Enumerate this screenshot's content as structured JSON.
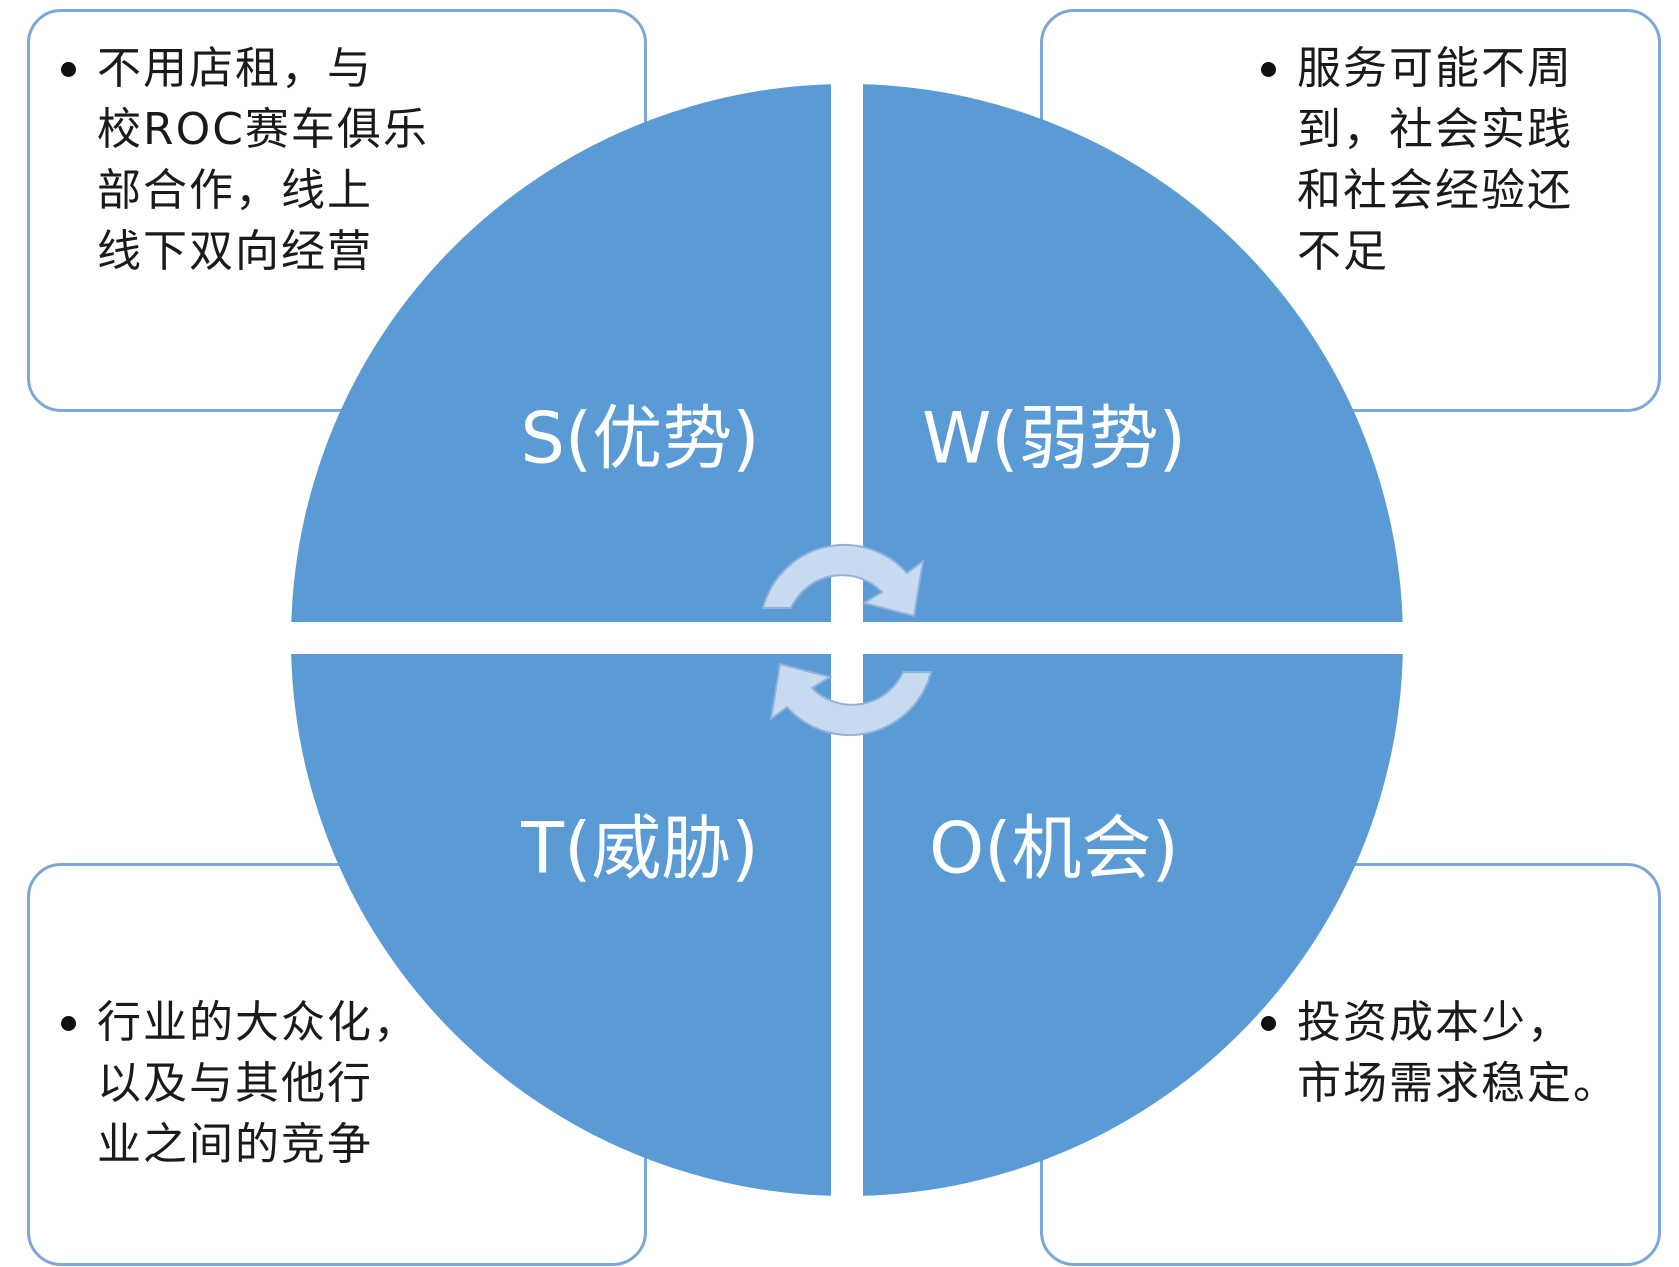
{
  "diagram": {
    "quadrants": {
      "s": {
        "label": "S(优势)"
      },
      "w": {
        "label": "W(弱势)"
      },
      "t": {
        "label": "T(威胁)"
      },
      "o": {
        "label": "O(机会)"
      }
    },
    "notes": {
      "s": {
        "text": "不用店租，与\n校ROC赛车俱乐\n部合作，线上\n线下双向经营"
      },
      "w": {
        "text": "服务可能不周\n到，社会实践\n和社会经验还\n不足"
      },
      "t": {
        "text": "行业的大众化，\n以及与其他行\n业之间的竞争"
      },
      "o": {
        "text": "投资成本少，\n市场需求稳定。"
      }
    },
    "colors": {
      "quadrant_fill": "#5b9bd5",
      "box_border": "#7ba7d9",
      "arrow_fill": "#c8daf0"
    }
  }
}
